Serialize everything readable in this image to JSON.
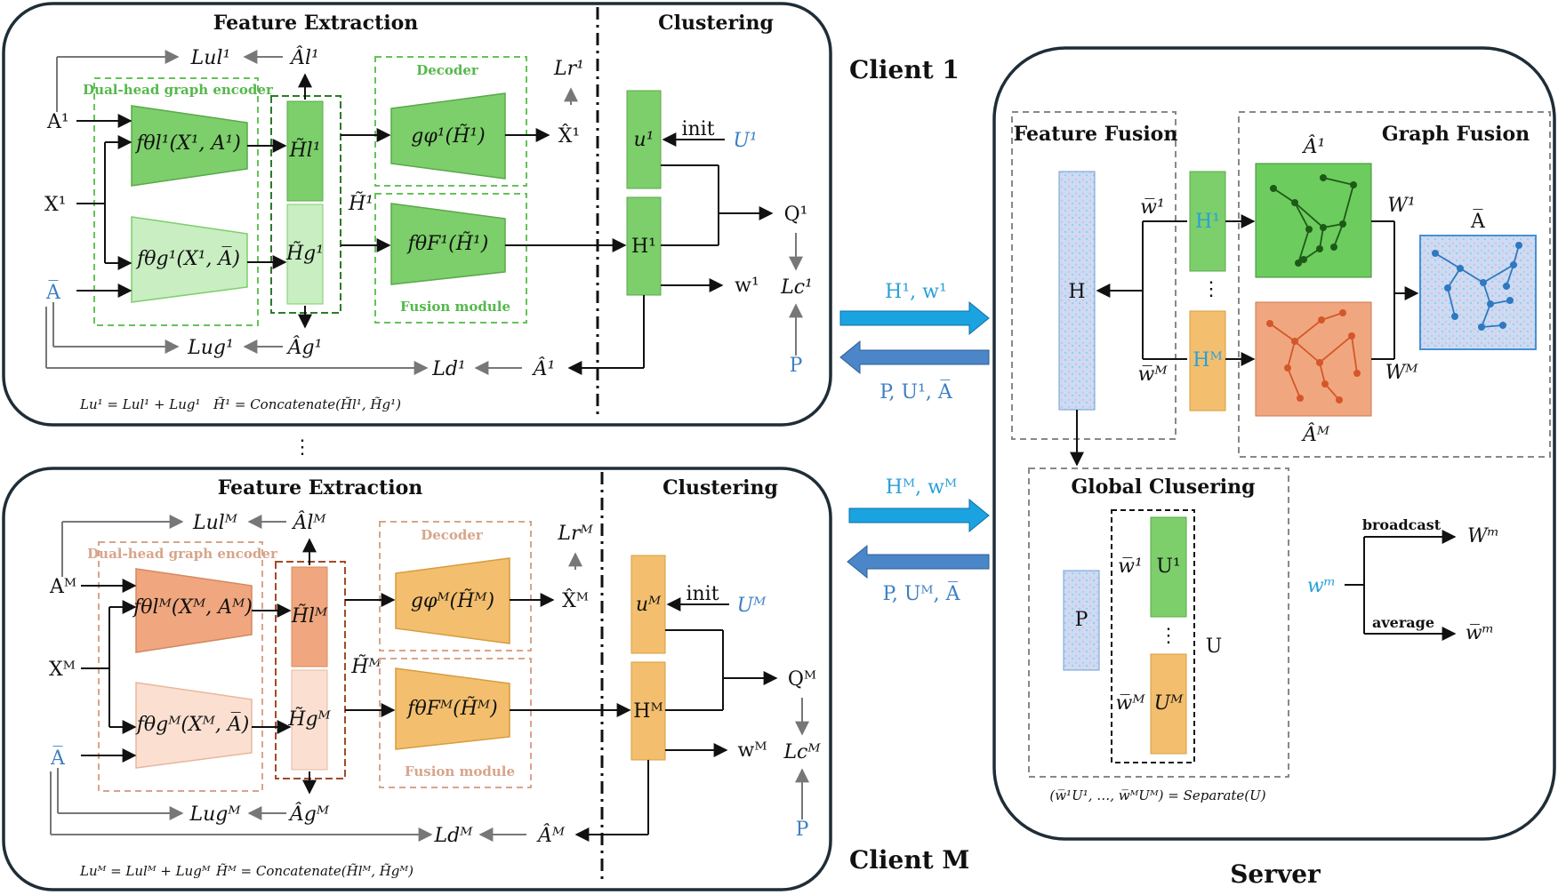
{
  "client1": {
    "title": "Client 1",
    "feature_extraction": "Feature Extraction",
    "clustering": "Clustering",
    "encoder_label": "Dual-head graph encoder",
    "decoder_label": "Decoder",
    "fusion_label": "Fusion module",
    "A_in": "A¹",
    "X_in": "X¹",
    "Abar_in": "A̅",
    "f_l": "fθl¹(X¹, A¹)",
    "f_g": "fθg¹(X¹, A̅)",
    "Hl": "H̃l¹",
    "Hg": "H̃g¹",
    "Htilde": "H̃¹",
    "g_dec": "gφ¹(H̃¹)",
    "f_fus": "fθF¹(H̃¹)",
    "Xhat": "X̂¹",
    "u": "u¹",
    "init": "init",
    "U": "U¹",
    "H": "H¹",
    "Q": "Q¹",
    "w": "w¹",
    "Lc": "Lc¹",
    "P": "P",
    "Lr": "Lr¹",
    "Lul": "Lul¹",
    "Alhat": "Âl¹",
    "Lug": "Lug¹",
    "Aghat": "Âg¹",
    "Ld": "Ld¹",
    "Ahat": "Â¹",
    "formula_loss": "Lu¹ = Lul¹ + Lug¹",
    "formula_concat": "H̃¹ = Concatenate(H̃l¹, H̃g¹)"
  },
  "clientM": {
    "title": "Client M",
    "feature_extraction": "Feature Extraction",
    "clustering": "Clustering",
    "encoder_label": "Dual-head graph encoder",
    "decoder_label": "Decoder",
    "fusion_label": "Fusion module",
    "A_in": "Aᴹ",
    "X_in": "Xᴹ",
    "Abar_in": "A̅",
    "f_l": "fθlᴹ(Xᴹ, Aᴹ)",
    "f_g": "fθgᴹ(Xᴹ, A̅)",
    "Hl": "H̃lᴹ",
    "Hg": "H̃gᴹ",
    "Htilde": "H̃ᴹ",
    "g_dec": "gφᴹ(H̃ᴹ)",
    "f_fus": "fθFᴹ(H̃ᴹ)",
    "Xhat": "X̂ᴹ",
    "u": "uᴹ",
    "init": "init",
    "U": "Uᴹ",
    "H": "Hᴹ",
    "Q": "Qᴹ",
    "w": "wᴹ",
    "Lc": "Lcᴹ",
    "P": "P",
    "Lr": "Lrᴹ",
    "Lul": "Lulᴹ",
    "Alhat": "Âlᴹ",
    "Lug": "Lugᴹ",
    "Aghat": "Âgᴹ",
    "Ld": "Ldᴹ",
    "Ahat": "Âᴹ",
    "formula_loss": "Luᴹ = Lulᴹ + Lugᴹ",
    "formula_concat": "H̃ᴹ = Concatenate(H̃lᴹ, H̃gᴹ)"
  },
  "ellipsis": "⋮",
  "comm": {
    "up1": "H¹, w¹",
    "down1": "P, U¹, A̅",
    "upM": "Hᴹ, wᴹ",
    "downM": "P, Uᴹ, A̅"
  },
  "server": {
    "title": "Server",
    "feature_fusion": "Feature Fusion",
    "graph_fusion": "Graph Fusion",
    "H": "H",
    "wbar1": "w̅¹",
    "wbarM": "w̅ᴹ",
    "H1": "H¹",
    "HM": "Hᴹ",
    "A1hat": "Â¹",
    "AMhat": "Âᴹ",
    "W1": "W¹",
    "WM": "Wᴹ",
    "Abar": "A̅",
    "global_clustering": "Global Clusering",
    "P": "P",
    "U1": "U¹",
    "UM": "Uᴹ",
    "U": "U",
    "wm": "wᵐ",
    "broadcast": "broadcast",
    "average": "average",
    "Wm": "Wᵐ",
    "wbar_m": "w̅ᵐ",
    "separate": "(w̅¹U¹, …, w̅ᴹUᴹ) = Separate(U)"
  },
  "colors": {
    "client1_dark": "#7ccf6a",
    "client1_light": "#c9eec2",
    "clientM_dark": "#f0a77f",
    "clientM_light": "#fbe0d2",
    "clientM_box": "#f3bf6e",
    "blue_arrow": "#1aa3e0",
    "dark_arrow": "#4a86c8"
  }
}
